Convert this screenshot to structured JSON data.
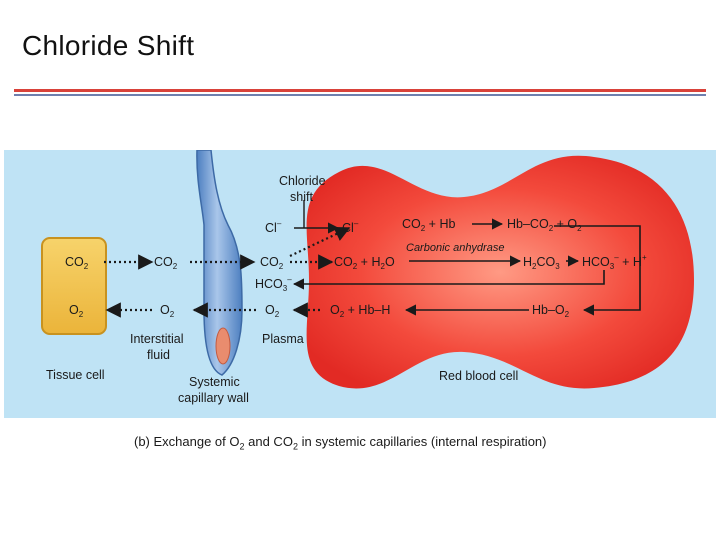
{
  "slide": {
    "title": "Chloride Shift"
  },
  "diagram": {
    "chloride_shift_label_line1": "Chloride",
    "chloride_shift_label_line2": "shift",
    "tissue_cell_co2": "CO",
    "tissue_cell_co2_sub": "2",
    "tissue_cell_o2": "O",
    "tissue_cell_o2_sub": "2",
    "fluid_co2": "CO",
    "fluid_co2_sub": "2",
    "fluid_o2": "O",
    "fluid_o2_sub": "2",
    "cl_ion_plasma": "Cl",
    "cl_ion_plasma_sup": "–",
    "co2_plasma": "CO",
    "co2_plasma_sub": "2",
    "hco3_plasma": "HCO",
    "hco3_plasma_sub": "3",
    "hco3_plasma_sup": "–",
    "o2_plasma": "O",
    "o2_plasma_sub": "2",
    "cl_ion_rbc": "Cl",
    "cl_ion_rbc_sup": "–",
    "reaction_hb_binding": {
      "a": "CO",
      "a_sub": "2",
      "b": " + Hb",
      "c": "Hb–CO",
      "c_sub": "2",
      "d": " + O",
      "d_sub": "2"
    },
    "carbonic_anhydrase": "Carbonic anhydrase",
    "reaction_carbonic": {
      "a": "CO",
      "a_sub": "2",
      "b": " + H",
      "b_sub": "2",
      "c": "O",
      "d": "H",
      "d_sub": "2",
      "e": "CO",
      "e_sub": "3",
      "f": "HCO",
      "f_sub": "3",
      "f_sup": "–",
      "g": " + H",
      "g_sup": "+"
    },
    "reaction_oxygen": {
      "a": "O",
      "a_sub": "2",
      "b": " + Hb–H",
      "c": "Hb–O",
      "c_sub": "2"
    },
    "label_interstitial_line1": "Interstitial",
    "label_interstitial_line2": "fluid",
    "label_plasma": "Plasma",
    "label_tissue_cell": "Tissue cell",
    "label_capillary_line1": "Systemic",
    "label_capillary_line2": "capillary wall",
    "label_rbc": "Red blood cell"
  },
  "caption": {
    "prefix": "(b) Exchange of O",
    "o2_sub": "2",
    "middle": " and CO",
    "co2_sub": "2",
    "suffix": " in systemic capillaries (internal respiration)"
  },
  "colors": {
    "background_panel": "#bfe3f5",
    "tissue_cell": "#f2c24a",
    "rbc": "#e8322c",
    "capillary": "#6e9bd1",
    "title_rule_red": "#d9423a",
    "title_rule_blue": "#6f7fae"
  }
}
